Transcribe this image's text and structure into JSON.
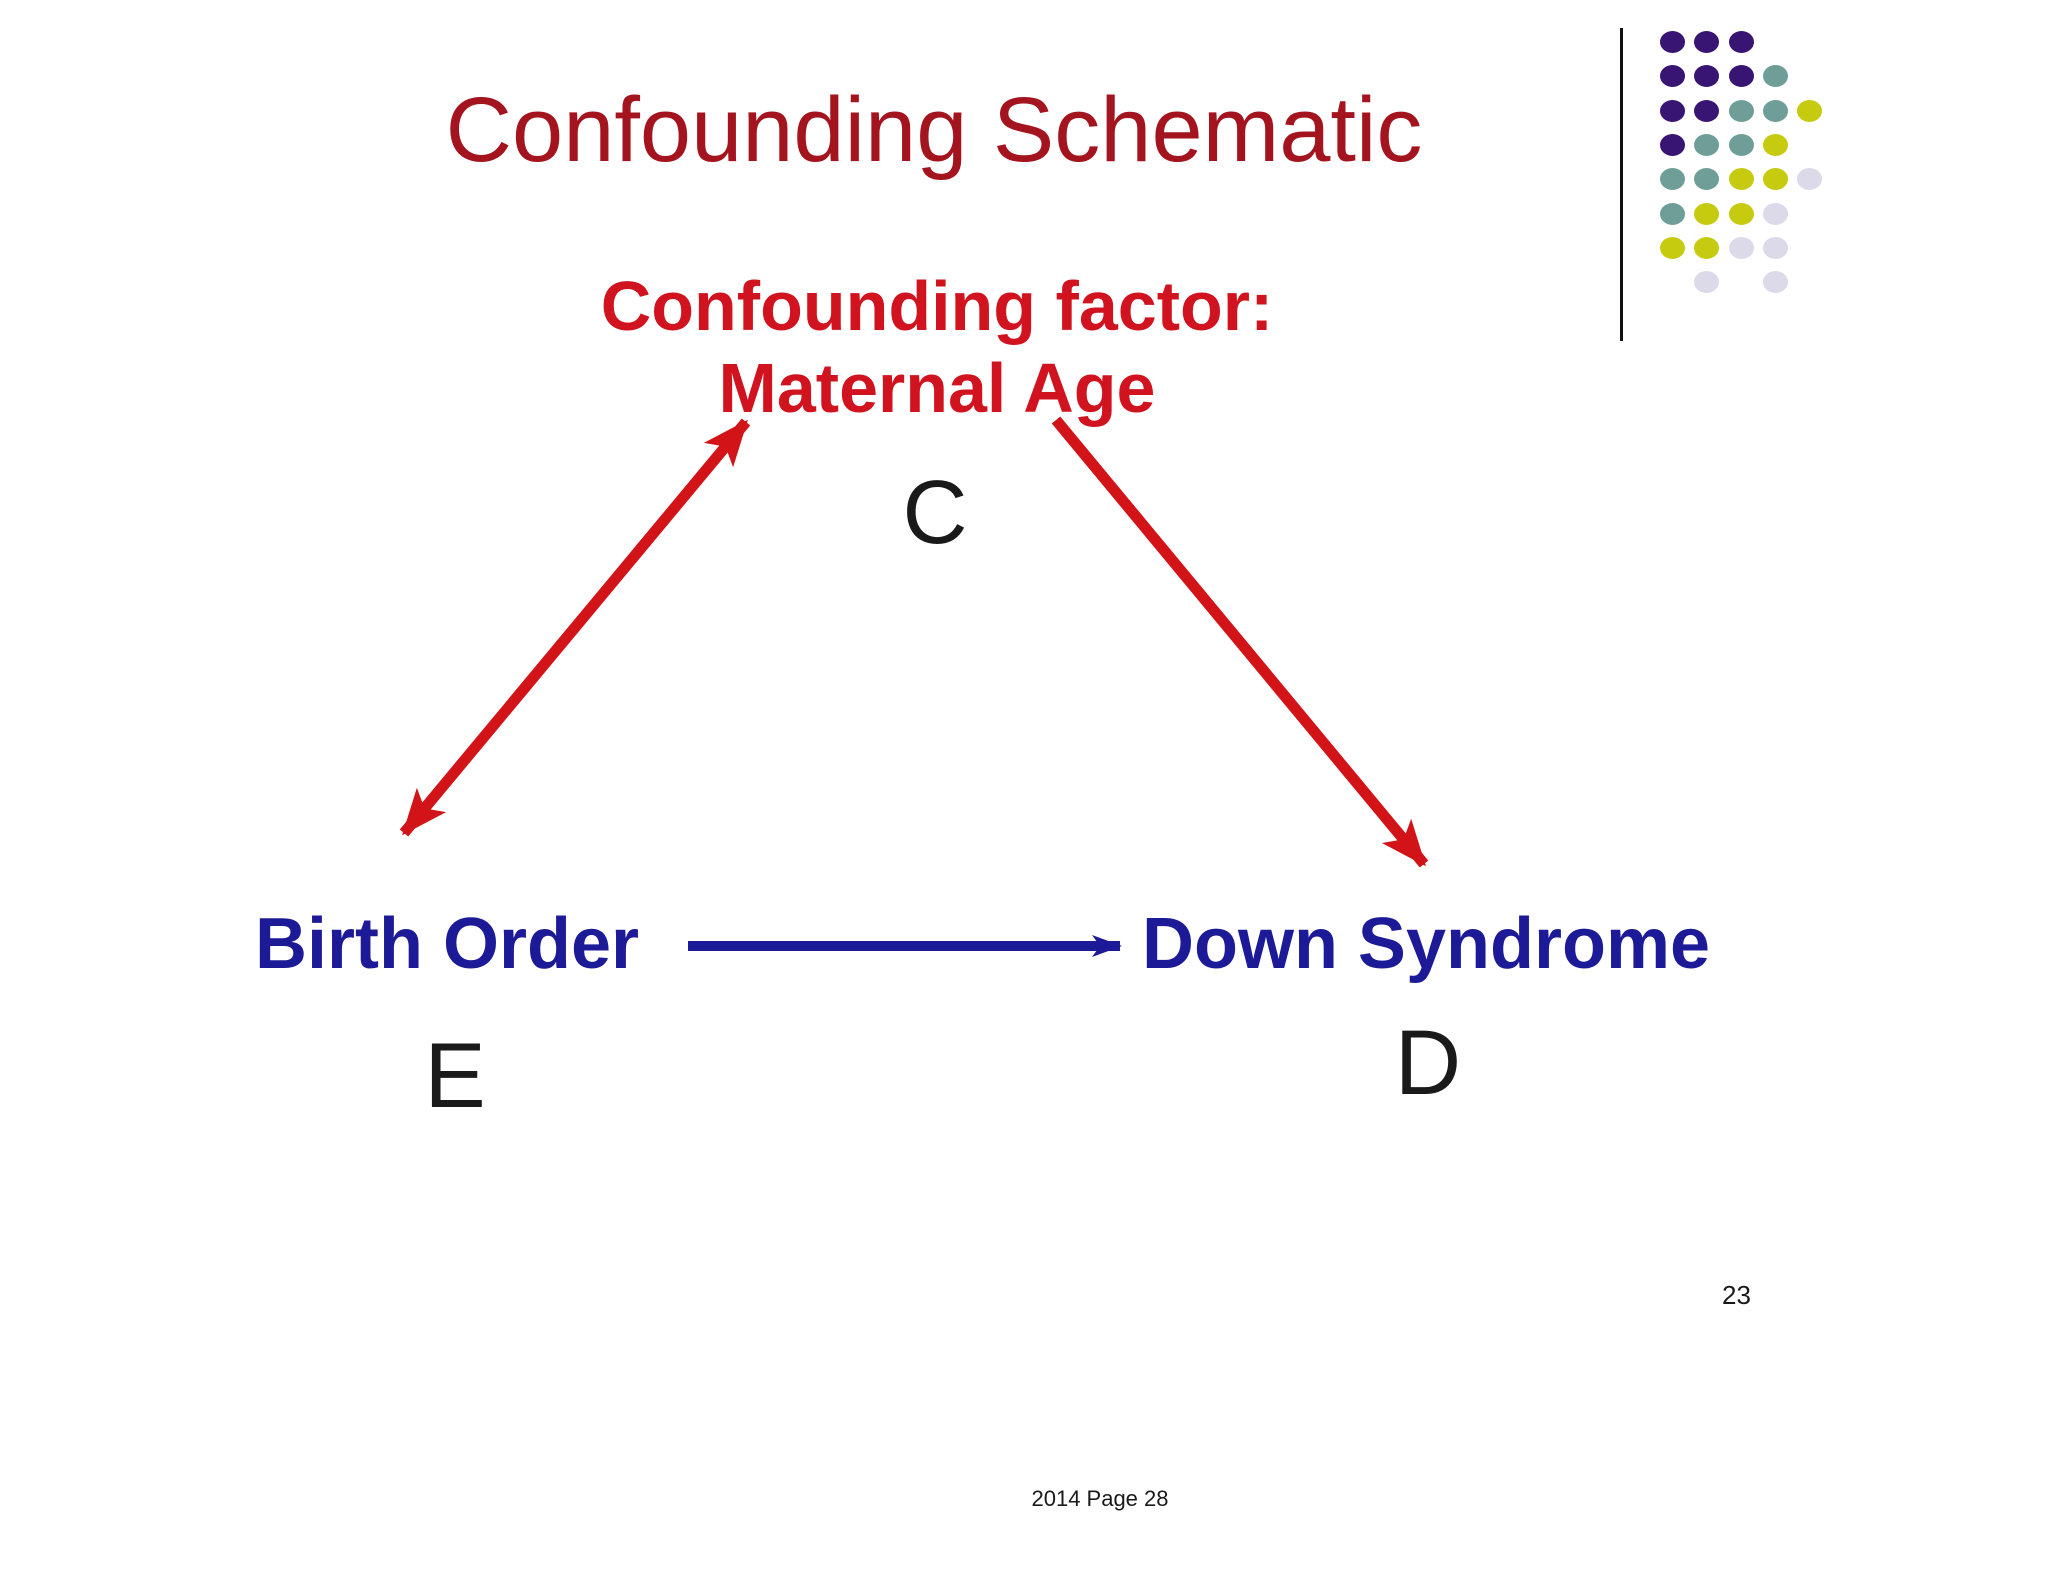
{
  "slide": {
    "title": "Confounding Schematic",
    "page_number": "23",
    "footer": "2014 Page 28"
  },
  "diagram": {
    "confounder_label_line1": "Confounding factor:",
    "confounder_label_line2": "Maternal Age",
    "confounder_symbol": "C",
    "exposure_label": "Birth Order",
    "exposure_symbol": "E",
    "outcome_label": "Down Syndrome",
    "outcome_symbol": "D",
    "edges": [
      {
        "name": "exposure-confounder",
        "style": "double-headed-arrow",
        "color": "#D21418"
      },
      {
        "name": "confounder-outcome",
        "style": "single-headed-arrow",
        "color": "#D21418"
      },
      {
        "name": "exposure-outcome",
        "style": "single-headed-arrow",
        "color": "#1C1A96"
      }
    ]
  },
  "colors": {
    "title_red": "#A3141E",
    "subtitle_red": "#D0131E",
    "arrow_red": "#D21418",
    "node_blue": "#1C1A96",
    "text_black": "#1A1A1A"
  },
  "logo": {
    "palette": {
      "purple": "#391573",
      "teal": "#6F9E99",
      "yellow": "#C6CB0F",
      "lavender": "#DCDAE8"
    },
    "rows": [
      [
        "purple",
        "purple",
        "purple",
        null,
        null
      ],
      [
        "purple",
        "purple",
        "purple",
        "teal",
        null
      ],
      [
        "purple",
        "purple",
        "teal",
        "teal",
        "yellow"
      ],
      [
        "purple",
        "teal",
        "teal",
        "yellow",
        null
      ],
      [
        "teal",
        "teal",
        "yellow",
        "yellow",
        "lavender"
      ],
      [
        "teal",
        "yellow",
        "yellow",
        "lavender",
        null
      ],
      [
        "yellow",
        "yellow",
        "lavender",
        "lavender",
        null
      ],
      [
        null,
        "lavender",
        null,
        "lavender",
        null
      ]
    ]
  }
}
